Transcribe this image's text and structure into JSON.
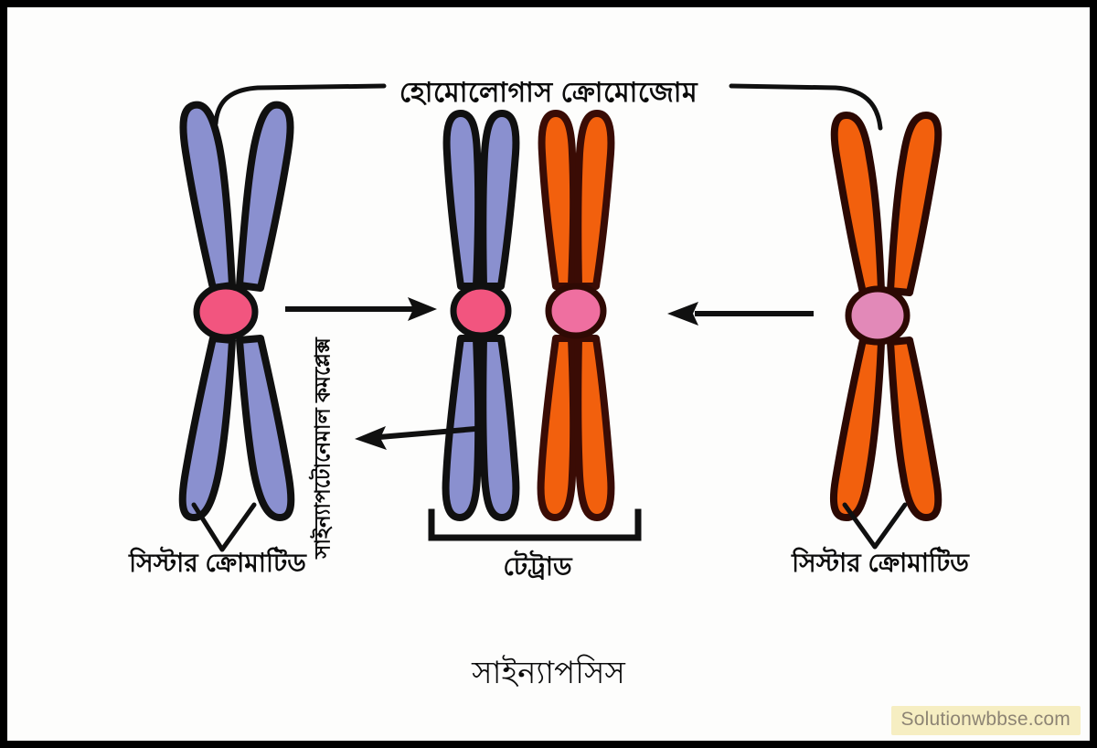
{
  "figure": {
    "title_caption": "সাইন্যাপসিস",
    "background_color": "#fdfdfc",
    "border_color": "#000000",
    "outline_color": "#111111"
  },
  "labels": {
    "homologous_chromosome": "হোমোলোগাস ক্রোমোজোম",
    "sister_chromatid_left": "সিস্টার ক্রোমাটিড",
    "sister_chromatid_right": "সিস্টার ক্রোমাটিড",
    "tetrad": "টেট্রাড",
    "synaptonemal_complex": "সাইন্যাপটোনেমাল কমপ্লেক্স",
    "caption": "সাইন্যাপসিস"
  },
  "chromosomes": [
    {
      "id": "left-blue",
      "position": "left",
      "color": "#7b83c6",
      "arm_color": "#8a90cf",
      "centromere_color": "#f2557f",
      "state": "unpaired"
    },
    {
      "id": "middle-blue",
      "position": "middle-left",
      "color": "#7b83c6",
      "arm_color": "#8a90cf",
      "centromere_color": "#f2557f",
      "state": "synapsed"
    },
    {
      "id": "middle-orange",
      "position": "middle-right",
      "color": "#f2600d",
      "arm_color": "#f76a12",
      "centromere_color": "#ef6fa0",
      "state": "synapsed"
    },
    {
      "id": "right-orange",
      "position": "right",
      "color": "#f2600d",
      "arm_color": "#f76a12",
      "centromere_color": "#e289b8",
      "state": "unpaired"
    }
  ],
  "annotations": {
    "arrow_left_to_center": "arrow-right",
    "arrow_right_to_center": "arrow-left",
    "arrow_synaptonemal": "arrow-left",
    "bracket_tetrad": "square-bracket",
    "pointer_sister_left": "v-pointer",
    "pointer_sister_right": "v-pointer",
    "leader_homologous_left": "curved-leader",
    "leader_homologous_right": "curved-leader"
  },
  "watermark": {
    "text": "Solutionwbbse.com",
    "background_color": "#f6eec2",
    "text_color": "#8d8474"
  }
}
